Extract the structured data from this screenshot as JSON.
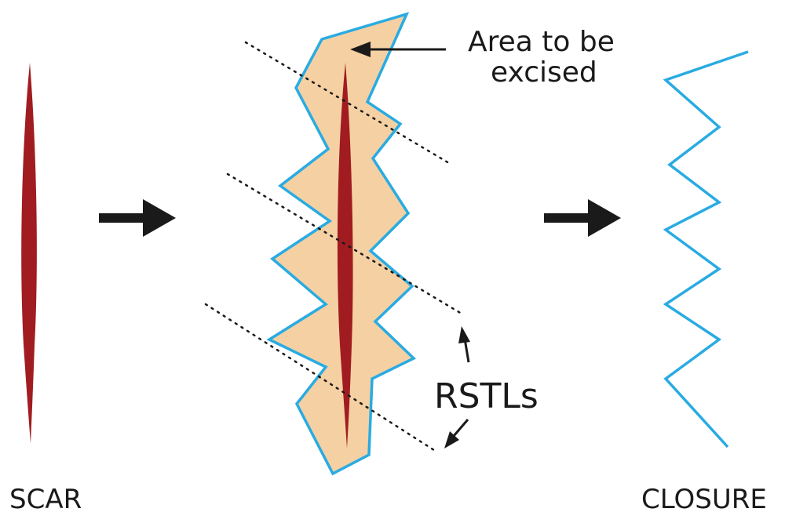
{
  "labels": {
    "scar": "SCAR",
    "closure": "CLOSURE",
    "area_line1": "Area to be",
    "area_line2": "excised",
    "rstls": "RSTLs"
  },
  "colors": {
    "scar": "#a11c20",
    "excision_fill": "#f5d0a3",
    "excision_outline": "#29abe2",
    "closure_line": "#29abe2",
    "arrow": "#1a1a1a",
    "text": "#1a1a1a",
    "rstl_dots": "#1a1a1a"
  },
  "icons": {
    "step_arrow": "right-arrow-icon"
  }
}
